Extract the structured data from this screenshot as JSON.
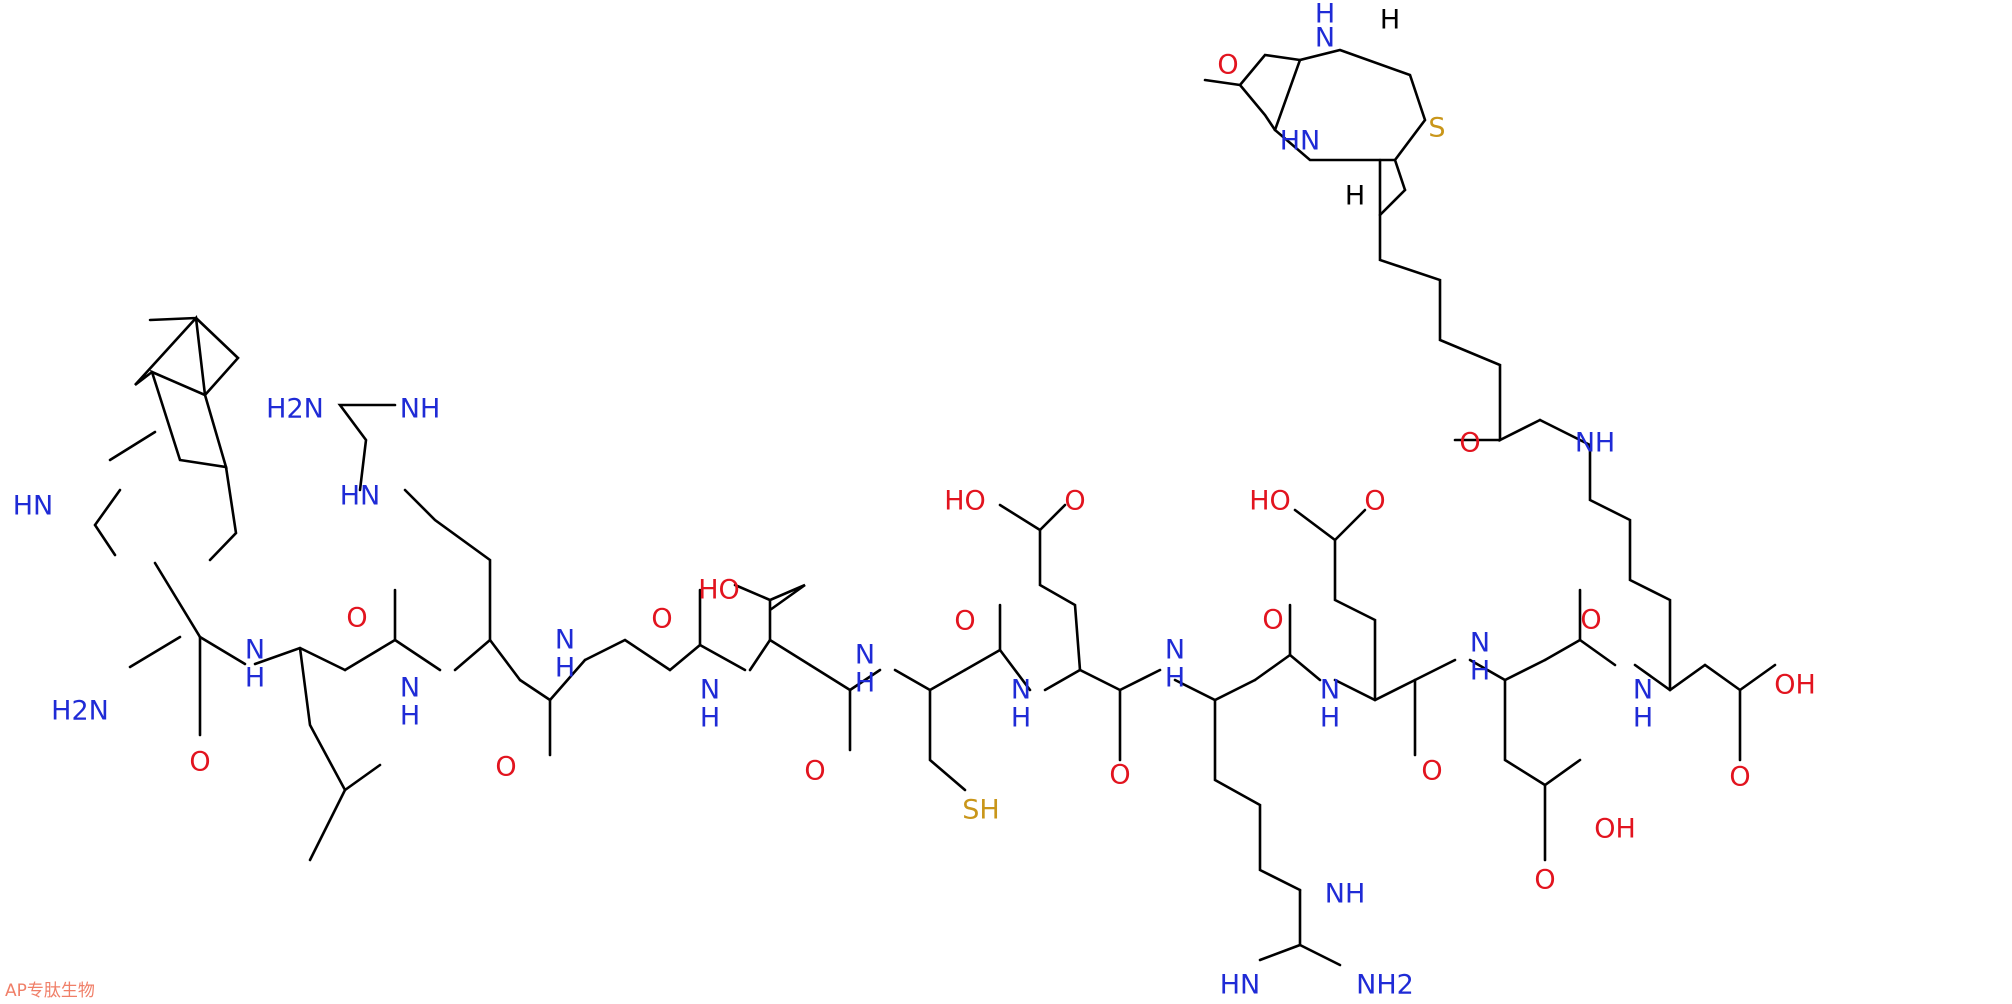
{
  "colors": {
    "nitrogen": "#1f2bd6",
    "oxygen": "#e2141f",
    "sulfur": "#c9961a",
    "carbon_bond": "#000000",
    "watermark": "#f07f68"
  },
  "atom_labels": {
    "trp_nh": "HN",
    "trp_nh2": "H2N",
    "leu_nh": "H",
    "arg1_gnh2": "H2N",
    "arg1_gnh": "NH",
    "arg1_nh": "HN",
    "arg1_nhb": "H",
    "gly_nh": "H",
    "thr_oh": "HO",
    "thr_nh": "H",
    "cys_nh": "H",
    "cys_sh": "SH",
    "glu1_oh": "HO",
    "glu1_o": "O",
    "glu1_nh": "H",
    "arg2_nh": "H",
    "arg2_gnh": "NH",
    "arg2_gn": "HN",
    "arg2_gnh2": "NH2",
    "glu2_oh": "HO",
    "glu2_o": "O",
    "glu2_nh": "H",
    "asp_nh": "H",
    "asp_oh": "OH",
    "lys_nh": "H",
    "lys_oh": "OH",
    "lys_amide_nh": "H",
    "biotin_o": "O",
    "biotin_n1": "H",
    "biotin_n2": "HN",
    "biotin_s": "S",
    "biotin_h1": "H",
    "biotin_h2": "H"
  },
  "carbonyl_o": "O",
  "amide_n": "N",
  "watermark": "AP专肽生物"
}
